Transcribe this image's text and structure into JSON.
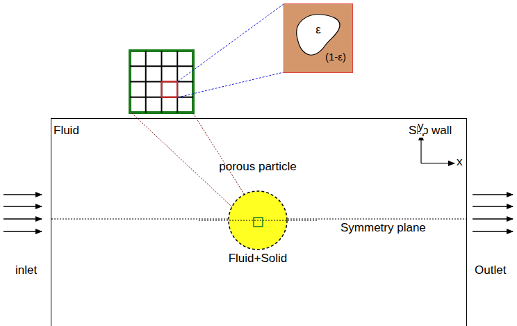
{
  "diagram": {
    "nodes": [
      {
        "text": [
          "Fluid"
        ]
      },
      {
        "text": [
          "porous particle",
          "Fluid+Solid"
        ],
        "in": 0
      },
      {
        "text": [
          "(1-ε)"
        ]
      },
      {
        "text": [
          "ε"
        ],
        "in": 2
      }
    ],
    "labels": [
      "Slip wall",
      "y",
      "x",
      "Symmetry plane",
      "inlet",
      "Outlet"
    ]
  }
}
